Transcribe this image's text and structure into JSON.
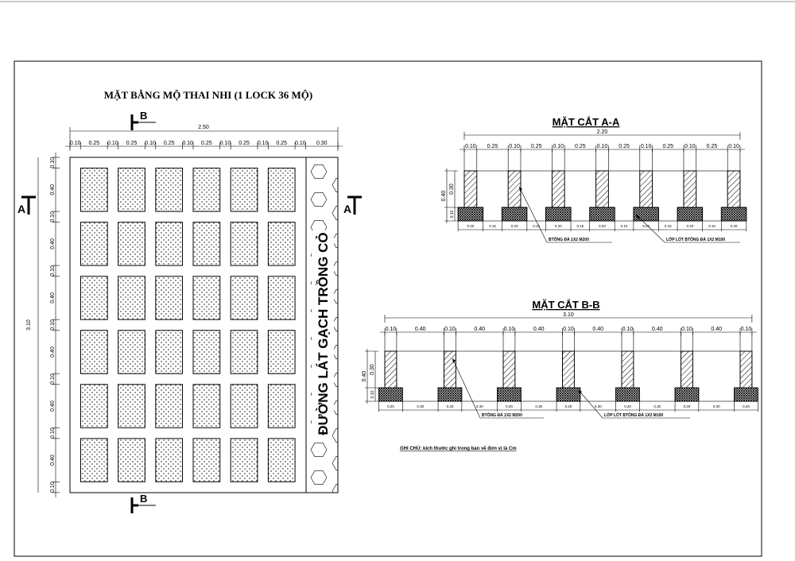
{
  "plan": {
    "title": "MẶT BẰNG MỘ THAI NHI (1 LOCK 36 MỘ)",
    "total_width": "2.50",
    "total_height": "3.10",
    "top_dims": [
      "0.10",
      "0.25",
      "0.10",
      "0.25",
      "0.10",
      "0.25",
      "0.10",
      "0.25",
      "0.10",
      "0.25",
      "0.10",
      "0.25",
      "0.10",
      "0.30"
    ],
    "left_dims": [
      "0.10",
      "0.40",
      "0.10",
      "0.40",
      "0.10",
      "0.40",
      "0.10",
      "0.40",
      "0.10",
      "0.40",
      "0.10",
      "0.40",
      "0.10"
    ],
    "rows": 6,
    "cols": 6,
    "road_label": "ĐƯỜNG LÁT GẠCH TRỒNG CỎ",
    "cut_a": "A",
    "cut_b": "B"
  },
  "section_aa": {
    "title": "MẶT CẮT A-A",
    "total": "2.20",
    "top_dims": [
      "0.10",
      "0.25",
      "0.10",
      "0.25",
      "0.10",
      "0.25",
      "0.10",
      "0.25",
      "0.10",
      "0.25",
      "0.10",
      "0.25",
      "0.10"
    ],
    "bottom_dims": [
      "0.20",
      "0.15",
      "0.20",
      "0.15",
      "0.20",
      "0.15",
      "0.20",
      "0.15",
      "0.20",
      "0.15",
      "0.20",
      "0.15",
      "0.20"
    ],
    "height_total": "0.40",
    "height_wall": "0.30",
    "height_base": "0.10",
    "label_wall": "BTÔNG ĐÁ 1X2 M200",
    "label_base": "LỚP LÓT BTÔNG ĐÁ 1X2 M100"
  },
  "section_bb": {
    "title": "MẶT CẮT B-B",
    "total": "3.10",
    "top_dims": [
      "0.10",
      "0.40",
      "0.10",
      "0.40",
      "0.10",
      "0.40",
      "0.10",
      "0.40",
      "0.10",
      "0.40",
      "0.10",
      "0.40",
      "0.10"
    ],
    "bottom_dims": [
      "0.20",
      "0.30",
      "0.20",
      "0.30",
      "0.20",
      "0.30",
      "0.20",
      "0.30",
      "0.20",
      "0.30",
      "0.20",
      "0.30",
      "0.20"
    ],
    "height_total": "0.40",
    "height_wall": "0.30",
    "height_base": "0.10",
    "label_wall": "BTÔNG ĐÁ 1X2 M200",
    "label_base": "LỚP LÓT BTÔNG ĐÁ 1X2 M100"
  },
  "note": "GHI CHÚ: kích thước ghi trong bản vẽ đơn vị là Cm"
}
